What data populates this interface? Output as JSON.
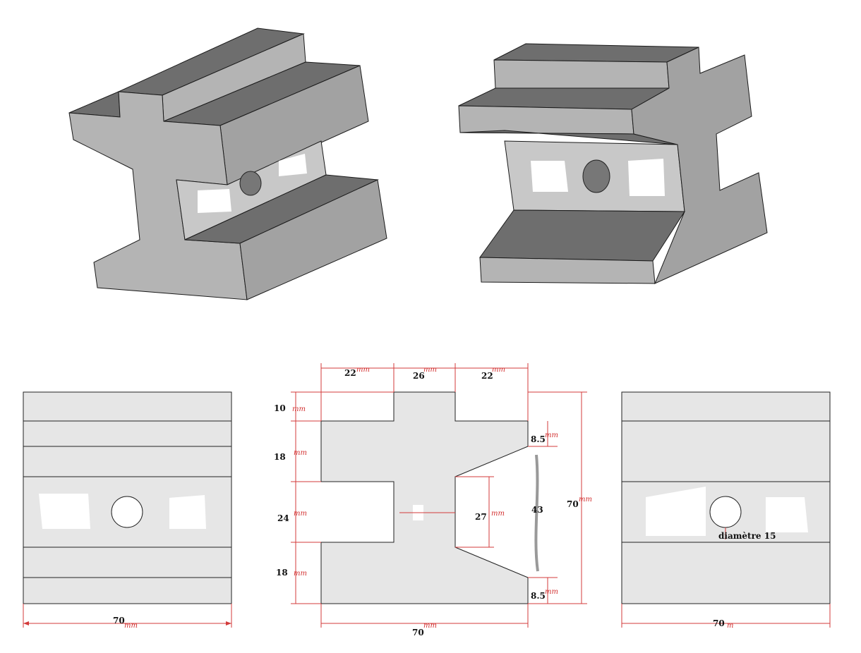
{
  "dimensions": {
    "top_left": "22",
    "top_mid": "26",
    "top_right": "22",
    "left_10": "10",
    "left_18a": "18",
    "left_24": "24",
    "left_18b": "18",
    "right_8_5_top": "8.5",
    "right_8_5_bottom": "8.5",
    "inner_27": "27",
    "inner_43": "43",
    "overall_70_height": "70",
    "bottom_70_center": "70",
    "bottom_70_left": "70",
    "bottom_70_right": "70",
    "unit_mm": "mm",
    "unit_m": "m"
  },
  "labels": {
    "diameter": "diamètre 15"
  },
  "colors": {
    "dimension": "#d33b3b",
    "part_fill": "#e6e6e6",
    "iso_top": "#6e6e6e",
    "iso_side": "#b4b4b4"
  }
}
